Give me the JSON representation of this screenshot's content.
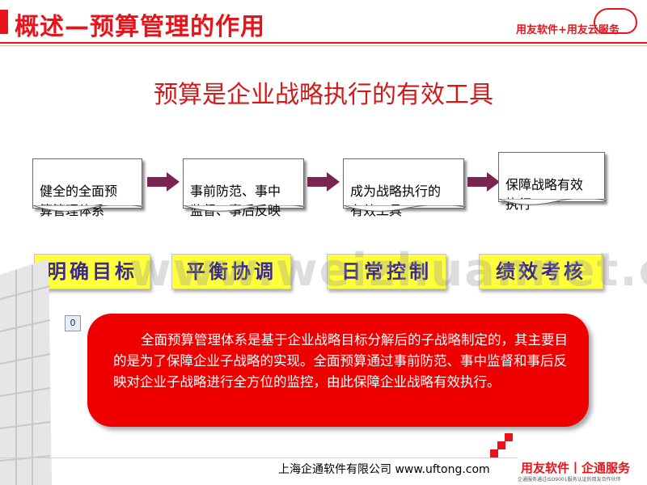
{
  "header": {
    "title": "概述—预算管理的作用",
    "brand_text": "用友软件+用友云服务"
  },
  "subtitle": "预算是企业战略执行的有效工具",
  "flow": [
    {
      "label": "健全的全面预\n算管理体系"
    },
    {
      "label": "事前防范、事中\n监督、事后反映"
    },
    {
      "label": "成为战略执行的\n有效工具"
    },
    {
      "label": "保障战略有效\n执行"
    }
  ],
  "pills": [
    {
      "label": "明确目标"
    },
    {
      "label": "平衡协调"
    },
    {
      "label": "日常控制"
    },
    {
      "label": "绩效考核"
    }
  ],
  "watermark": "www.weizhuannet.com",
  "callout": {
    "tag": "0",
    "text": "全面预算管理体系是基于企业战略目标分解后的子战略制定的，其主要目的是为了保障企业子战略的实现。全面预算通过事前防范、事中监督和事后反映对企业子战略进行全方位的监控，由此保障企业战略有效执行。"
  },
  "footer": {
    "company": "上海企通软件有限公司 www.uftong.com",
    "logo_title": "用友软件丨企通服务",
    "logo_sub": "企通服务通过ISO9001服务认证的用友合作伙伴"
  },
  "colors": {
    "accent": "#e8141c",
    "subtitle": "#d21a1a",
    "pill_bg": "#ffff3a",
    "pill_text": "#3a2a8e",
    "callout_bg": "#ee0000",
    "arrow": "#7a2450"
  }
}
